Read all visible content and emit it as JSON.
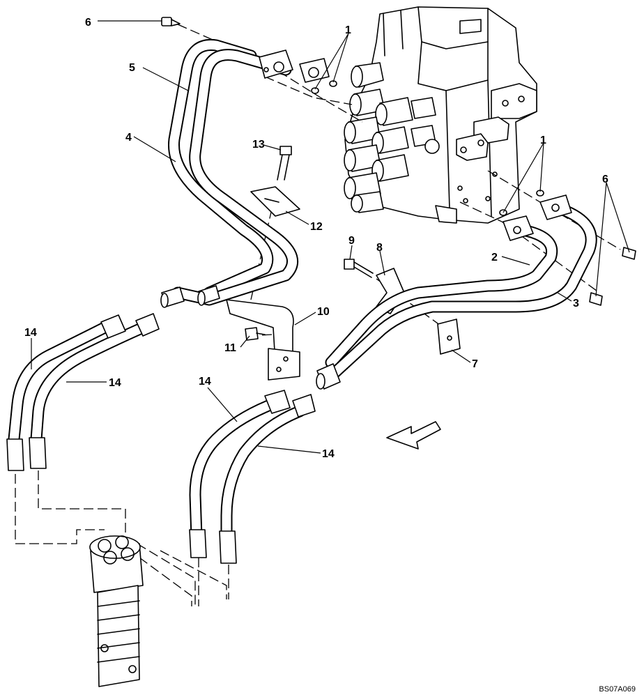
{
  "callouts": {
    "c1a": "1",
    "c1b": "1",
    "c2": "2",
    "c3": "3",
    "c4": "4",
    "c5": "5",
    "c6a": "6",
    "c6b": "6",
    "c7": "7",
    "c8": "8",
    "c9": "9",
    "c10": "10",
    "c11": "11",
    "c12": "12",
    "c13": "13",
    "c14a": "14",
    "c14b": "14",
    "c14c": "14",
    "c14d": "14"
  },
  "drawing_ref": "BS07A069"
}
